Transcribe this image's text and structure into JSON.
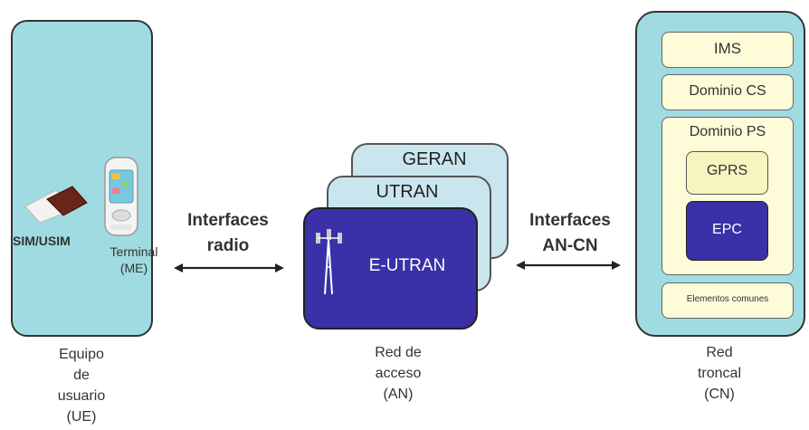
{
  "ue": {
    "sim_label": "SIM/USIM",
    "terminal_label": "Terminal",
    "me_label": "(ME)",
    "caption": [
      "Equipo",
      "de",
      "usuario",
      "(UE)"
    ]
  },
  "interfaces": {
    "radio": [
      "Interfaces",
      "radio"
    ],
    "an_cn": [
      "Interfaces",
      "AN-CN"
    ]
  },
  "an": {
    "geran": "GERAN",
    "utran": "UTRAN",
    "eutran": "E-UTRAN",
    "caption": [
      "Red de",
      "acceso",
      "(AN)"
    ]
  },
  "cn": {
    "ims": "IMS",
    "cs": "Dominio CS",
    "ps": "Dominio PS",
    "gprs": "GPRS",
    "epc": "EPC",
    "common": "Elementos comunes",
    "caption": [
      "Red",
      "troncal",
      "(CN)"
    ]
  },
  "colors": {
    "panel": "#9fdbe1",
    "access_cards": "#c9e6ef",
    "dark_blue": "#3a30a8",
    "pale_yellow": "#fdfbd8"
  }
}
